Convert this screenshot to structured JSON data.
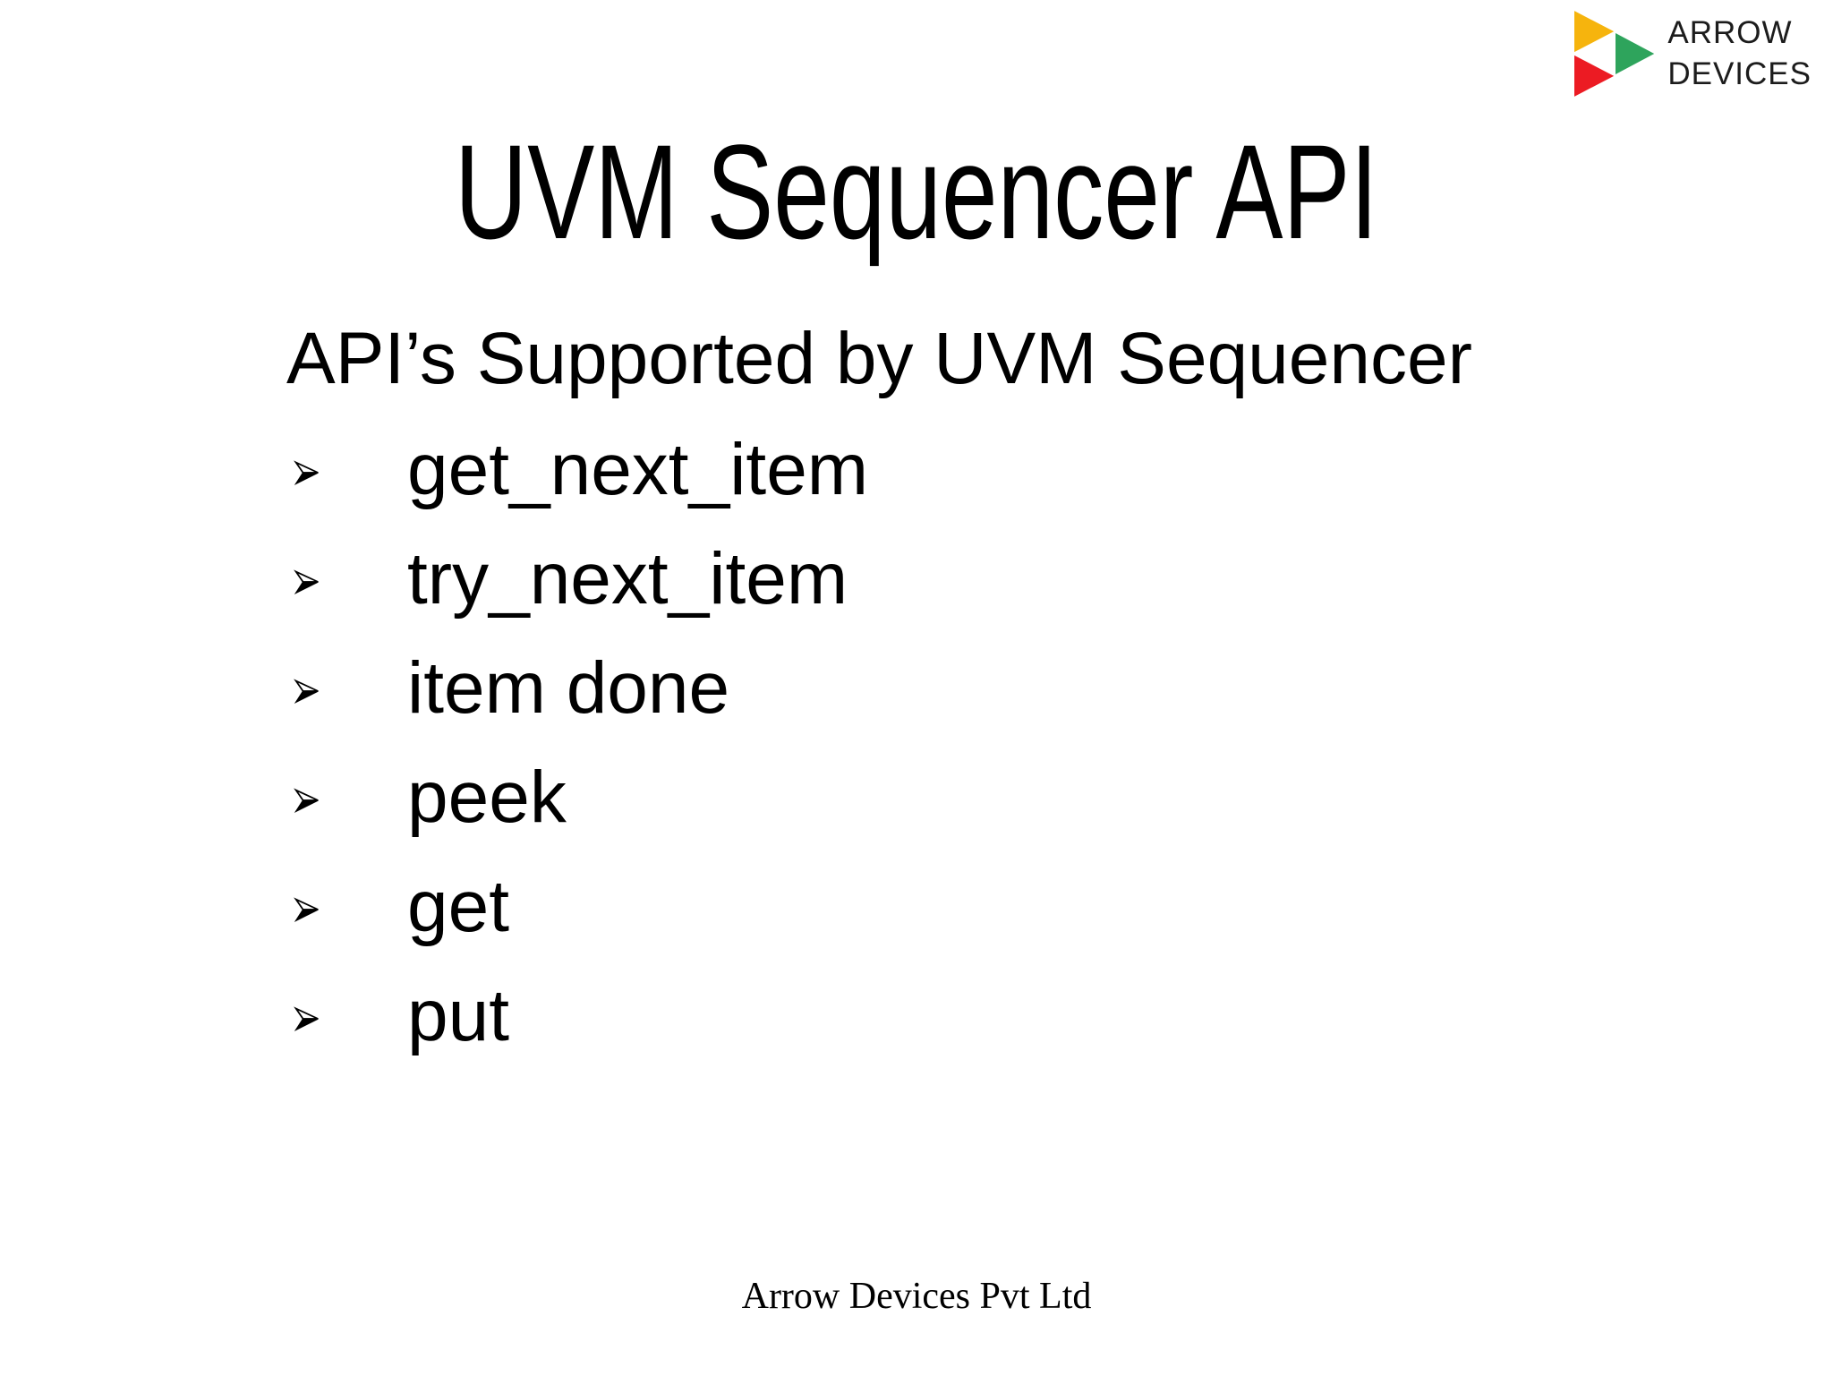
{
  "logo": {
    "line1": "ARROW",
    "line2": "DEVICES",
    "colors": {
      "yellow": "#F6B40D",
      "green": "#2EA45C",
      "red": "#EC1B23"
    }
  },
  "slide": {
    "title": "UVM Sequencer API",
    "subtitle": "API’s Supported by UVM Sequencer",
    "bullets": [
      "get_next_item",
      "try_next_item",
      "item done",
      "peek",
      "get",
      "put"
    ],
    "footer": "Arrow Devices Pvt Ltd"
  }
}
